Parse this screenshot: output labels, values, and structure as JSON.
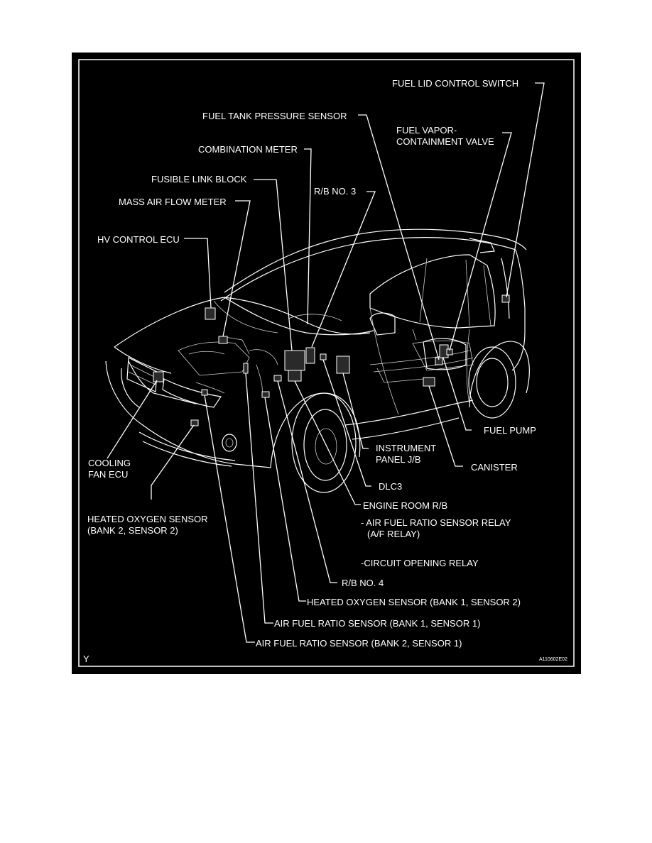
{
  "diagram": {
    "corner_mark": "Y",
    "figure_code": "A110602E02",
    "labels": {
      "fuel_lid_control_switch": "FUEL LID CONTROL SWITCH",
      "fuel_tank_pressure_sensor": "FUEL TANK PRESSURE SENSOR",
      "fuel_vapor_valve_1": "FUEL VAPOR-",
      "fuel_vapor_valve_2": "CONTAINMENT VALVE",
      "combination_meter": "COMBINATION METER",
      "fusible_link_block": "FUSIBLE LINK BLOCK",
      "rb_no_3": "R/B NO. 3",
      "mass_air_flow_meter": "MASS AIR FLOW METER",
      "hv_control_ecu": "HV CONTROL ECU",
      "fuel_pump": "FUEL PUMP",
      "instrument_panel_1": "INSTRUMENT",
      "instrument_panel_2": "PANEL J/B",
      "canister": "CANISTER",
      "cooling_fan_ecu_1": "COOLING",
      "cooling_fan_ecu_2": "FAN ECU",
      "dlc3": "DLC3",
      "engine_room_rb": "ENGINE ROOM R/B",
      "heated_oxygen_b2s2_1": "HEATED OXYGEN SENSOR",
      "heated_oxygen_b2s2_2": "(BANK 2, SENSOR 2)",
      "af_relay_1": "- AIR FUEL RATIO SENSOR RELAY",
      "af_relay_2": "(A/F RELAY)",
      "circuit_opening_relay": "-CIRCUIT OPENING RELAY",
      "rb_no_4": "R/B NO. 4",
      "heated_oxygen_b1s2": "HEATED OXYGEN SENSOR (BANK 1, SENSOR 2)",
      "af_sensor_b1s1": "AIR FUEL RATIO SENSOR (BANK 1, SENSOR 1)",
      "af_sensor_b2s1": "AIR FUEL RATIO SENSOR (BANK 2, SENSOR 1)"
    }
  }
}
